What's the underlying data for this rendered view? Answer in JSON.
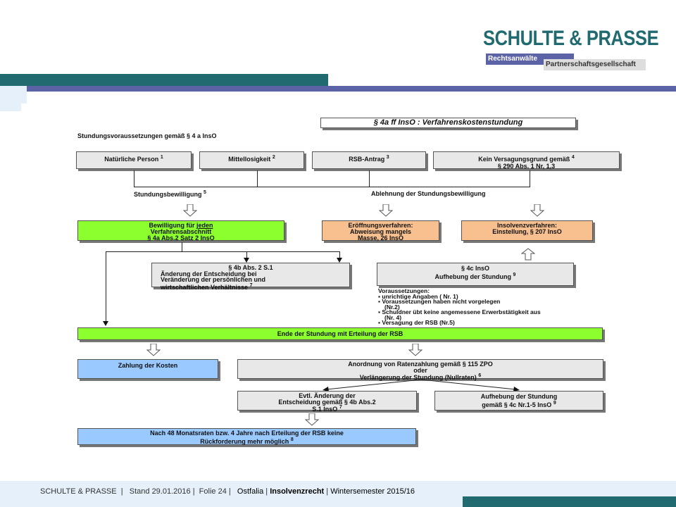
{
  "logo": {
    "name": "SCHULTE & PRASSE",
    "sub1": "Rechtsanwälte",
    "sub2": "Partnerschaftsgesellschaft"
  },
  "colors": {
    "teal": "#206a70",
    "purple": "#5c62a6",
    "green": "#8cff2e",
    "orange": "#f9c08f",
    "blue": "#99c9ff",
    "grey": "#e8e8e8"
  },
  "diagram": {
    "title": "§ 4a ff InsO : Verfahrenskostenstundung",
    "subtitle": "Stundungsvoraussetzungen gemäß § 4 a InsO",
    "req": [
      {
        "text": "Natürliche Person",
        "sup": "1"
      },
      {
        "text": "Mittellosigkeit",
        "sup": "2"
      },
      {
        "text": "RSB-Antrag",
        "sup": "3"
      },
      {
        "text": "Kein Versagungsgrund gemäß",
        "text2": "§ 290 Abs. 1 Nr, 1,3",
        "sup": "4"
      }
    ],
    "grant_label": "Stundungsbewilligung",
    "grant_sup": "5",
    "reject_label": "Ablehnung der Stundungsbewilligung",
    "grant_box": {
      "l1a": "Bewilligung für ",
      "l1b": "jeden",
      "l2": "Verfahrensabschnitt",
      "l3": "§ 4a Abs.2 Satz 2 InsO"
    },
    "reject_box1": {
      "l1": "Eröffnungsverfahren:",
      "l2": "Abweisung mangels",
      "l3": "Masse, 26 InsO"
    },
    "reject_box2": {
      "l1": "Insolvenzverfahren:",
      "l2": "Einstellung, § 207 InsO"
    },
    "change_box": {
      "l1": "§ 4b Abs. 2 S.1",
      "l2": "Änderung der Entscheidung bei",
      "l3": "Veränderung der persönlichen und",
      "l4": "wirtschaftlichen Verhältnisse",
      "sup": "7"
    },
    "revoke_box": {
      "l1": "§ 4c InsO",
      "l2": "Aufhebung der Stundung",
      "sup": "9"
    },
    "conditions": {
      "title": "Voraussetzungen:",
      "items": [
        "unrichtige Angaben ( Nr. 1)",
        "Voraussetzungen haben nicht vorgelegen (Nr.2)",
        "Schuldner übt keine angemessene Erwerbstätigkeit aus (Nr. 4)",
        "Versagung der RSB (Nr.5)"
      ]
    },
    "end_bar": "Ende der Stundung mit Erteilung der RSB",
    "pay_box": "Zahlung der Kosten",
    "rates_box": {
      "l1": "Anordnung von Ratenzahlung gemäß § 115 ZPO",
      "l2": "oder",
      "l3": "Verlängerung der Stundung (Nullraten)",
      "sup": "6"
    },
    "evtl_box": {
      "l1": "Evtl.  Änderung der",
      "l2": "Entscheidung gemäß § 4b Abs.2",
      "l3": "S.1 InsO",
      "sup": "7"
    },
    "aufh_box": {
      "l1": "Aufhebung der Stundung",
      "l2": "gemäß § 4c Nr.1-5 InsO",
      "sup": "9"
    },
    "final_box": {
      "l1": "Nach 48 Monatsraten bzw. 4 Jahre nach Erteilung der RSB keine",
      "l2": "Rückforderung mehr möglich",
      "sup": "8"
    }
  },
  "footer": {
    "firm": "SCHULTE & PRASSE",
    "stand": "Stand 29.01.2016",
    "folie": "Folie  24",
    "school": "Ostfalia",
    "subject": "Insolvenzrecht",
    "term": "Wintersemester 2015/16",
    "sep": "|"
  }
}
